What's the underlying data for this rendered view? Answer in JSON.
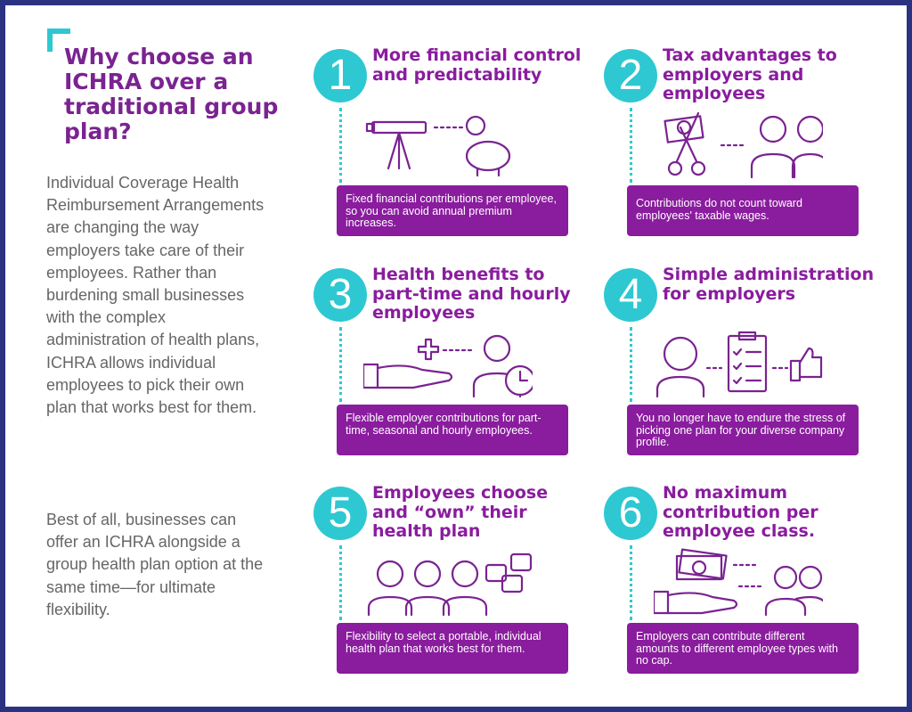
{
  "colors": {
    "border": "#2b3282",
    "accent": "#2ec8d2",
    "purple": "#8a1c9e",
    "title": "#7a2391"
  },
  "title": "Why choose an ICHRA over a traditional group plan?",
  "intro": "Individual Coverage Health Reimbursement Arrangements are changing the way employers take care of their employees. Rather than burdening small businesses with the complex administration of health plans, ICHRA allows individual employees to pick their own plan that works best for them.",
  "closing": "Best of all, businesses can offer an ICHRA alongside a group health plan option at the same time—for ultimate flexibility.",
  "items": [
    {
      "number": "1",
      "heading": "More financial control and predictability",
      "text": "Fixed financial contributions per employee, so you can avoid annual premium increases.",
      "icon": "telescope-piggy-bank-icon"
    },
    {
      "number": "2",
      "heading": "Tax advantages to employers and employees",
      "text": "Contributions do not count toward employees' taxable wages.",
      "icon": "scissors-cut-money-employees-icon"
    },
    {
      "number": "3",
      "heading": "Health benefits to part-time and hourly employees",
      "text": "Flexible employer contributions for part-time, seasonal and hourly employees.",
      "icon": "hand-employee-clock-icon"
    },
    {
      "number": "4",
      "heading": "Simple administration for employers",
      "text": "You no longer have to endure the stress of picking one plan for your diverse company profile.",
      "icon": "person-checklist-thumbs-up-icon"
    },
    {
      "number": "5",
      "heading": "Employees choose and “own” their health plan",
      "text": "Flexibility to select a portable, individual health plan that works best for them.",
      "icon": "employees-abc-choices-icon"
    },
    {
      "number": "6",
      "heading": "No maximum contribution per employee class.",
      "text": "Employers can contribute different amounts to different employee types with no cap.",
      "icon": "hand-money-employees-icon"
    }
  ]
}
